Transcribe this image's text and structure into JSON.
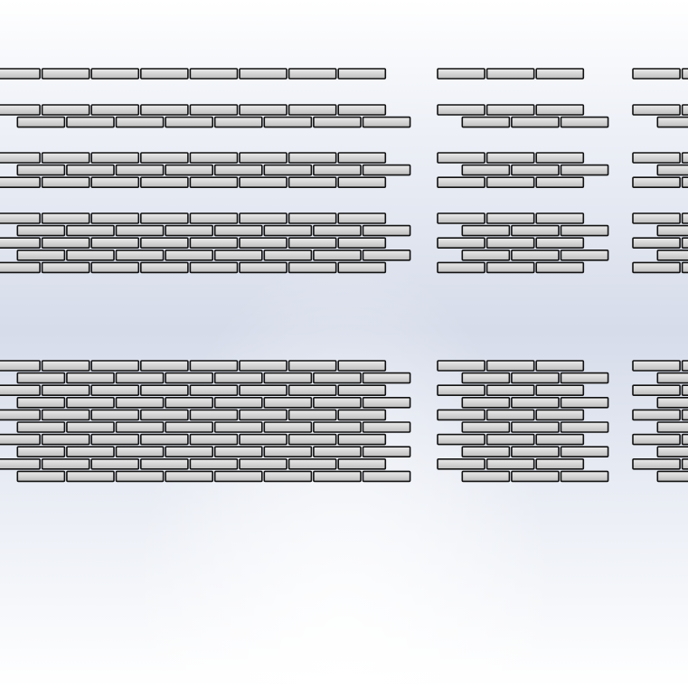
{
  "scene": {
    "description_colors": {
      "background_top": "#ffffff",
      "background_mid": "#d6dcea",
      "brick_fill_light": "#e6e6e6",
      "brick_fill_dark": "#b9b9b9",
      "brick_outline": "#111111"
    },
    "panels": [
      {
        "bricks_wide": 8,
        "courses": 1
      },
      {
        "bricks_wide": 8,
        "courses": 2
      },
      {
        "bricks_wide": 8,
        "courses": 3
      },
      {
        "bricks_wide": 8,
        "courses": 5
      },
      {
        "bricks_wide": 8,
        "courses": 10
      }
    ],
    "columns": [
      {
        "bricks_wide": 8
      },
      {
        "bricks_wide": 3
      },
      {
        "bricks_wide": 3
      }
    ]
  }
}
